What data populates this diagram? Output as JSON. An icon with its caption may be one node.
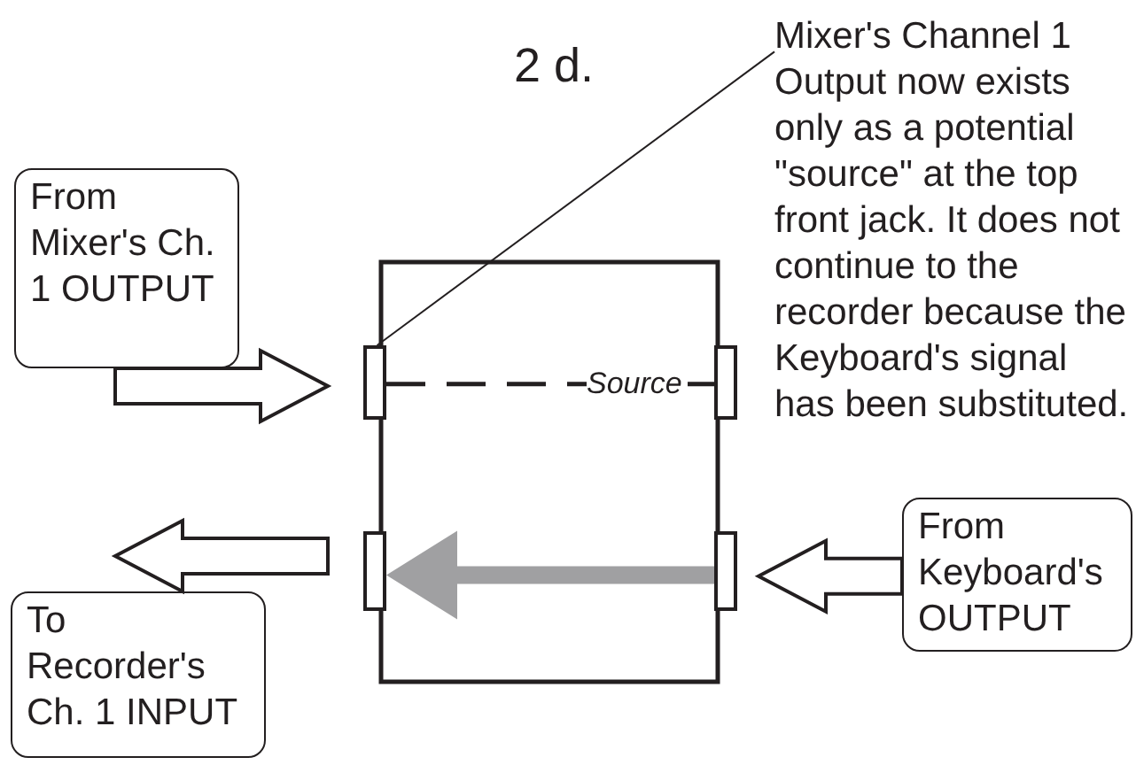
{
  "diagram": {
    "nodes": [
      {
        "text": [
          "From Mixer's Ch. 1 OUTPUT"
        ]
      },
      {
        "text": [
          "To Recorder's Ch. 1 INPUT"
        ]
      },
      {
        "text": [
          "From Keyboard's OUTPUT"
        ]
      },
      {
        "text": [],
        "shape": "box"
      },
      {
        "text": [],
        "shape": "box"
      },
      {
        "text": [],
        "shape": "box"
      },
      {
        "text": [],
        "shape": "box"
      },
      {
        "text": [
          "Mixer's Channel 1 Output now exists only as a potential \"source\" at the top front jack. It does not continue to the recorder because the Keyboard's signal has been substituted."
        ]
      }
    ],
    "edges": [
      {
        "from": 0,
        "to": 3,
        "arrow": "to"
      },
      {
        "from": 5,
        "to": 1,
        "arrow": "to"
      },
      {
        "from": 2,
        "to": 6,
        "arrow": "to"
      },
      {
        "from": 6,
        "to": 5,
        "arrow": "to",
        "style": "thick",
        "color": "#a0a0a2"
      },
      {
        "from": 3,
        "to": 4,
        "arrow": "none",
        "style": "dashed",
        "label": "Source"
      },
      {
        "from": 7,
        "to": 3,
        "arrow": "none"
      }
    ],
    "labels": [
      "2 d."
    ]
  }
}
